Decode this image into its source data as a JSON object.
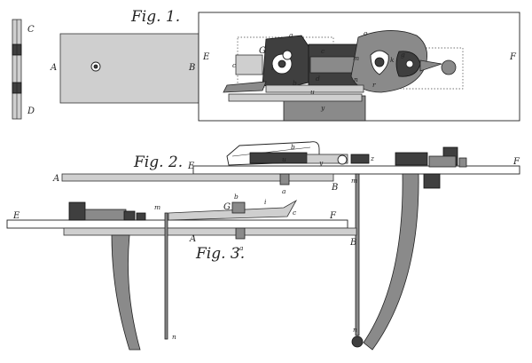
{
  "figures": {
    "fig1": {
      "title": "Fig. 1."
    },
    "fig2": {
      "title": "Fig. 2."
    },
    "fig3": {
      "title": "Fig. 3."
    }
  },
  "labels": {
    "fig1": {
      "side_top": "C",
      "side_bottom": "D",
      "left_end": "A",
      "plate_right": "B",
      "frame_left": "E",
      "frame_right": "F",
      "a": "a",
      "G": "G",
      "c_left": "c",
      "i": "i",
      "b": "b",
      "c_mid": "c",
      "d": "d",
      "o": "o",
      "m": "m",
      "n": "n",
      "k": "k",
      "r": "r",
      "g": "g",
      "u": "u",
      "y": "y"
    },
    "fig2": {
      "left_end": "A",
      "frame_left": "E",
      "frame_right": "F",
      "plate_right": "B",
      "u": "u",
      "b": "b",
      "y": "y",
      "a": "a",
      "m": "m",
      "z": "z",
      "n": "n"
    },
    "fig3": {
      "frame_left": "E",
      "frame_right": "F",
      "plate_left": "A",
      "plate_right": "B",
      "m": "m",
      "b": "b",
      "G": "G",
      "i": "i",
      "c": "c",
      "a": "a",
      "n": "n"
    }
  }
}
